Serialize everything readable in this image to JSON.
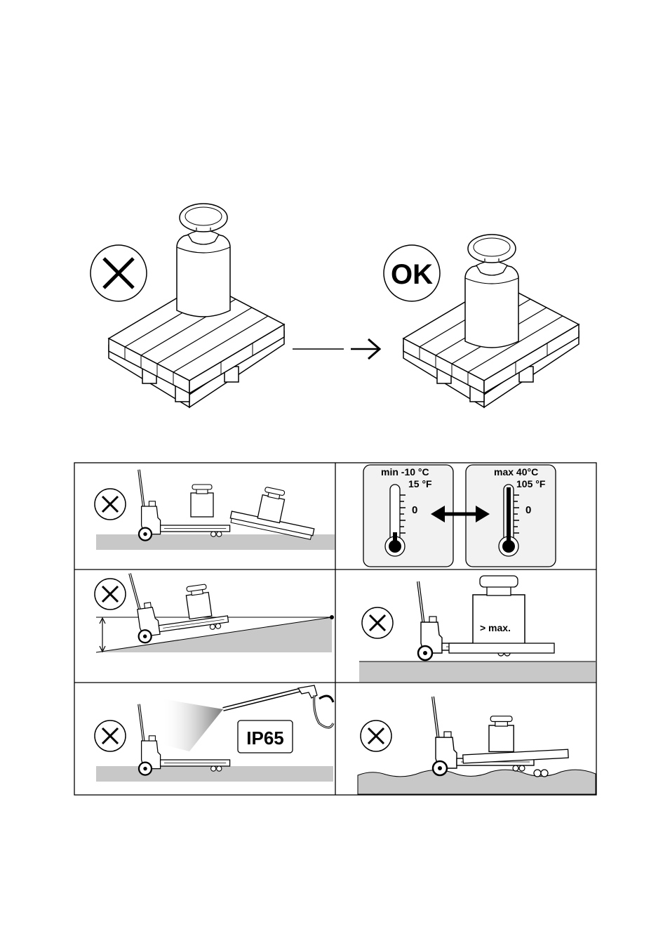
{
  "top": {
    "bad_icon": "x-icon",
    "ok_label": "OK"
  },
  "grid": {
    "temperature": {
      "min_c": "min -10 °C",
      "min_f": "15 °F",
      "max_c": "max  40°C",
      "max_f": "105 °F",
      "zero": "0"
    },
    "overload_label": "max.",
    "ip_rating": "IP65"
  },
  "colors": {
    "ground": "#c8c8c8",
    "line": "#000000",
    "panel_bg": "#f2f2f2"
  }
}
